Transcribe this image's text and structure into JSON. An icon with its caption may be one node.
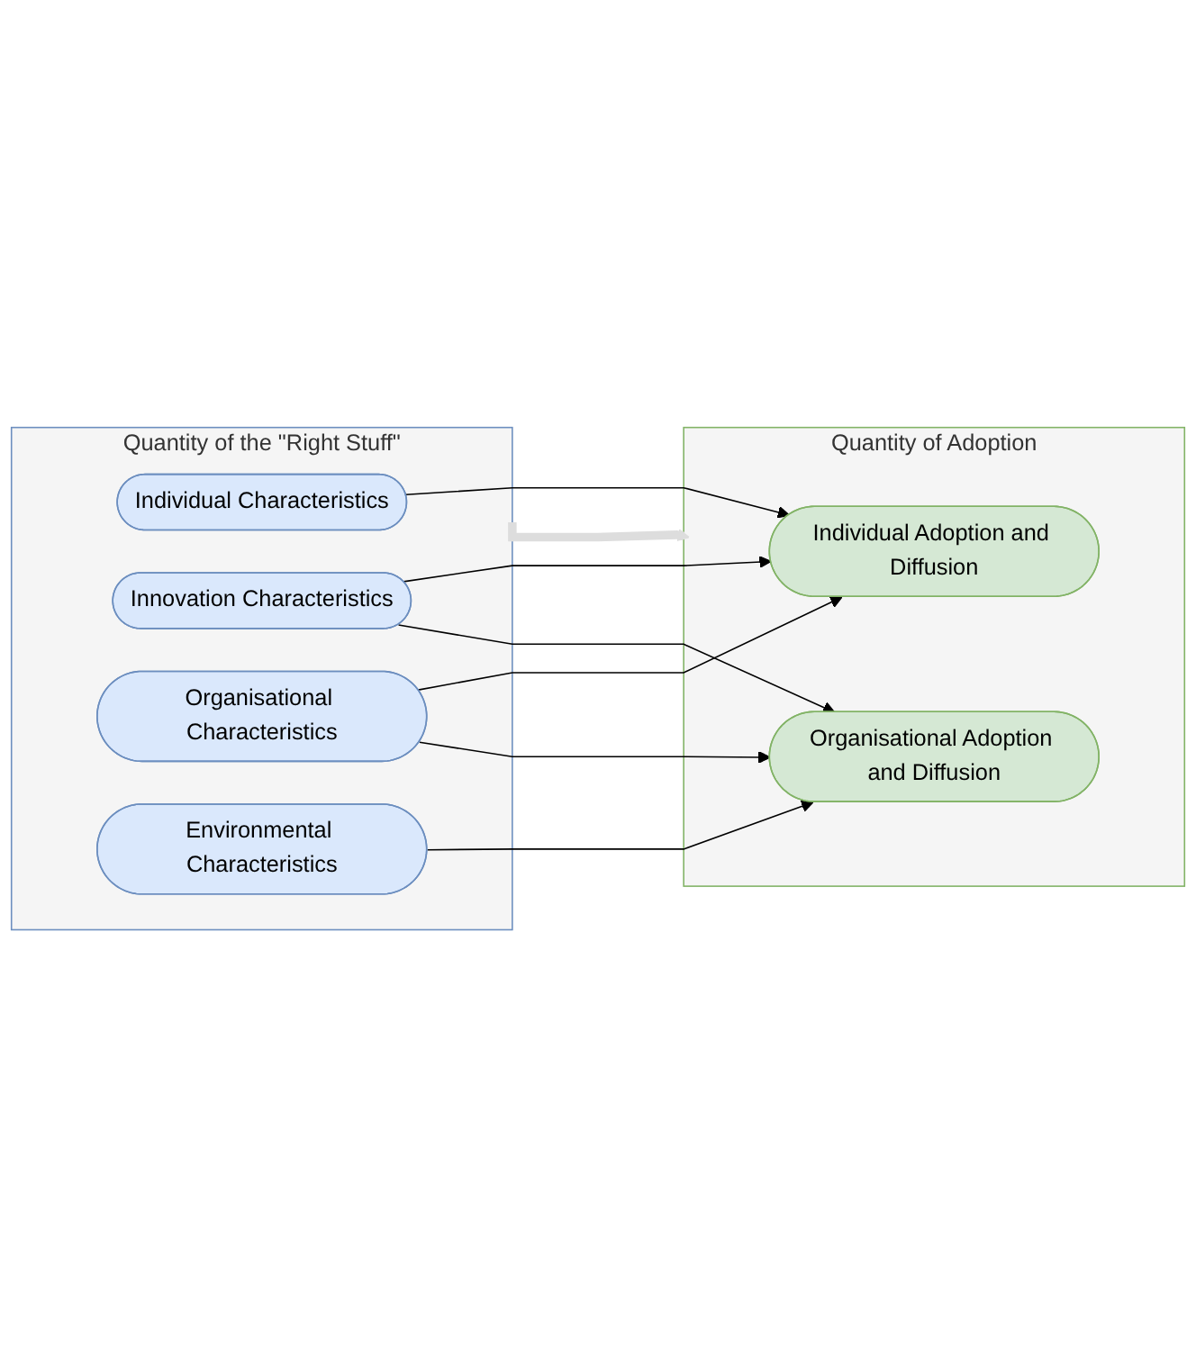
{
  "diagram": {
    "nodes": [
      {
        "text": [
          "Quantity of the \"Right Stuff\""
        ]
      },
      {
        "text": [
          "Individual Characteristics"
        ],
        "in": 0
      },
      {
        "text": [
          "Innovation Characteristics"
        ],
        "in": 0
      },
      {
        "text": [
          "Organisational Characteristics"
        ],
        "in": 0
      },
      {
        "text": [
          "Environmental Characteristics"
        ],
        "in": 0
      },
      {
        "text": [
          "Quantity of Adoption"
        ]
      },
      {
        "text": [
          "Individual Adoption and Diffusion"
        ],
        "in": 5
      },
      {
        "text": [
          "Organisational Adoption and Diffusion"
        ],
        "in": 5
      }
    ],
    "edges": [
      {
        "from": 0,
        "to": 5,
        "arrow": "to",
        "style": "thick",
        "color": "#dddddd"
      },
      {
        "from": 1,
        "to": 6,
        "arrow": "to"
      },
      {
        "from": 2,
        "to": 6,
        "arrow": "to"
      },
      {
        "from": 2,
        "to": 7,
        "arrow": "to"
      },
      {
        "from": 3,
        "to": 6,
        "arrow": "to"
      },
      {
        "from": 3,
        "to": 7,
        "arrow": "to"
      },
      {
        "from": 4,
        "to": 7,
        "arrow": "to"
      }
    ]
  }
}
